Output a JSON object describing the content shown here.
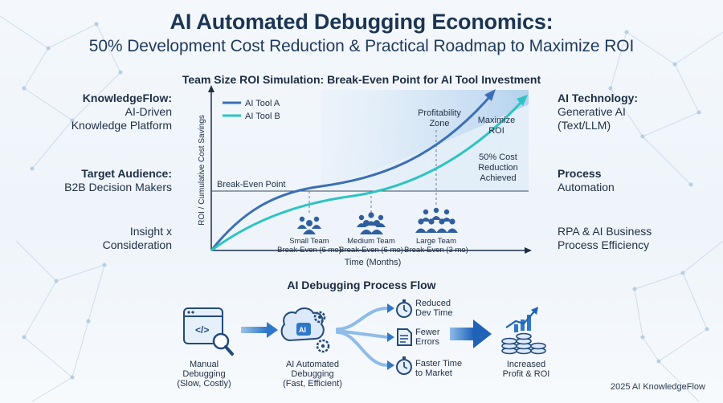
{
  "header": {
    "title": "AI Automated Debugging Economics:",
    "subtitle": "50% Development Cost Reduction & Practical Roadmap to Maximize ROI"
  },
  "left_panel": [
    {
      "bold": "KnowledgeFlow:",
      "lines": [
        "AI-Driven",
        "Knowledge Platform"
      ]
    },
    {
      "bold": "Target Audience:",
      "lines": [
        "B2B Decision Makers"
      ]
    },
    {
      "bold": "",
      "lines": [
        "Insight x",
        "Consideration"
      ]
    }
  ],
  "right_panel": [
    {
      "bold": "AI Technology:",
      "lines": [
        "Generative AI",
        "(Text/LLM)"
      ]
    },
    {
      "bold": "Process",
      "lines": [
        "Automation"
      ]
    },
    {
      "bold": "",
      "lines": [
        "RPA & AI Business",
        "Process Efficiency"
      ]
    }
  ],
  "chart": {
    "title": "Team Size ROI Simulation: Break-Even Point for AI Tool Investment",
    "ylabel": "ROI / Cumulative Cost Savings",
    "xlabel": "Time (Months)",
    "breakeven_label": "Break-Even Point",
    "zone_label": [
      "Profitability",
      "Zone"
    ],
    "maximize_label": [
      "Maximize",
      "ROI"
    ],
    "cost_label": [
      "50% Cost",
      "Reduction",
      "Achieved"
    ],
    "legend": [
      {
        "name": "AI Tool A",
        "color": "#3b6fb6"
      },
      {
        "name": "AI Tool B",
        "color": "#2cc4c0"
      }
    ],
    "teams": [
      {
        "name": "Small Team",
        "detail": "Break-Even (6 mo)"
      },
      {
        "name": "Medium Team",
        "detail": "Break-Even (6 mo)"
      },
      {
        "name": "Large Team",
        "detail": "Break-Even (3 mo)"
      }
    ]
  },
  "flow": {
    "title": "AI Debugging Process Flow",
    "manual": [
      "Manual",
      "Debugging",
      "(Slow, Costly)"
    ],
    "ai": [
      "AI Automated",
      "Debugging",
      "(Fast, Efficient)"
    ],
    "benefits": [
      {
        "icon": "stopwatch-icon",
        "lines": [
          "Reduced",
          "Dev Time"
        ]
      },
      {
        "icon": "document-icon",
        "lines": [
          "Fewer",
          "Errors"
        ]
      },
      {
        "icon": "stopwatch-icon",
        "lines": [
          "Faster Time",
          "to Market"
        ]
      }
    ],
    "result": [
      "Increased",
      "Profit & ROI"
    ]
  },
  "footer": "2025 AI KnowledgeFlow"
}
